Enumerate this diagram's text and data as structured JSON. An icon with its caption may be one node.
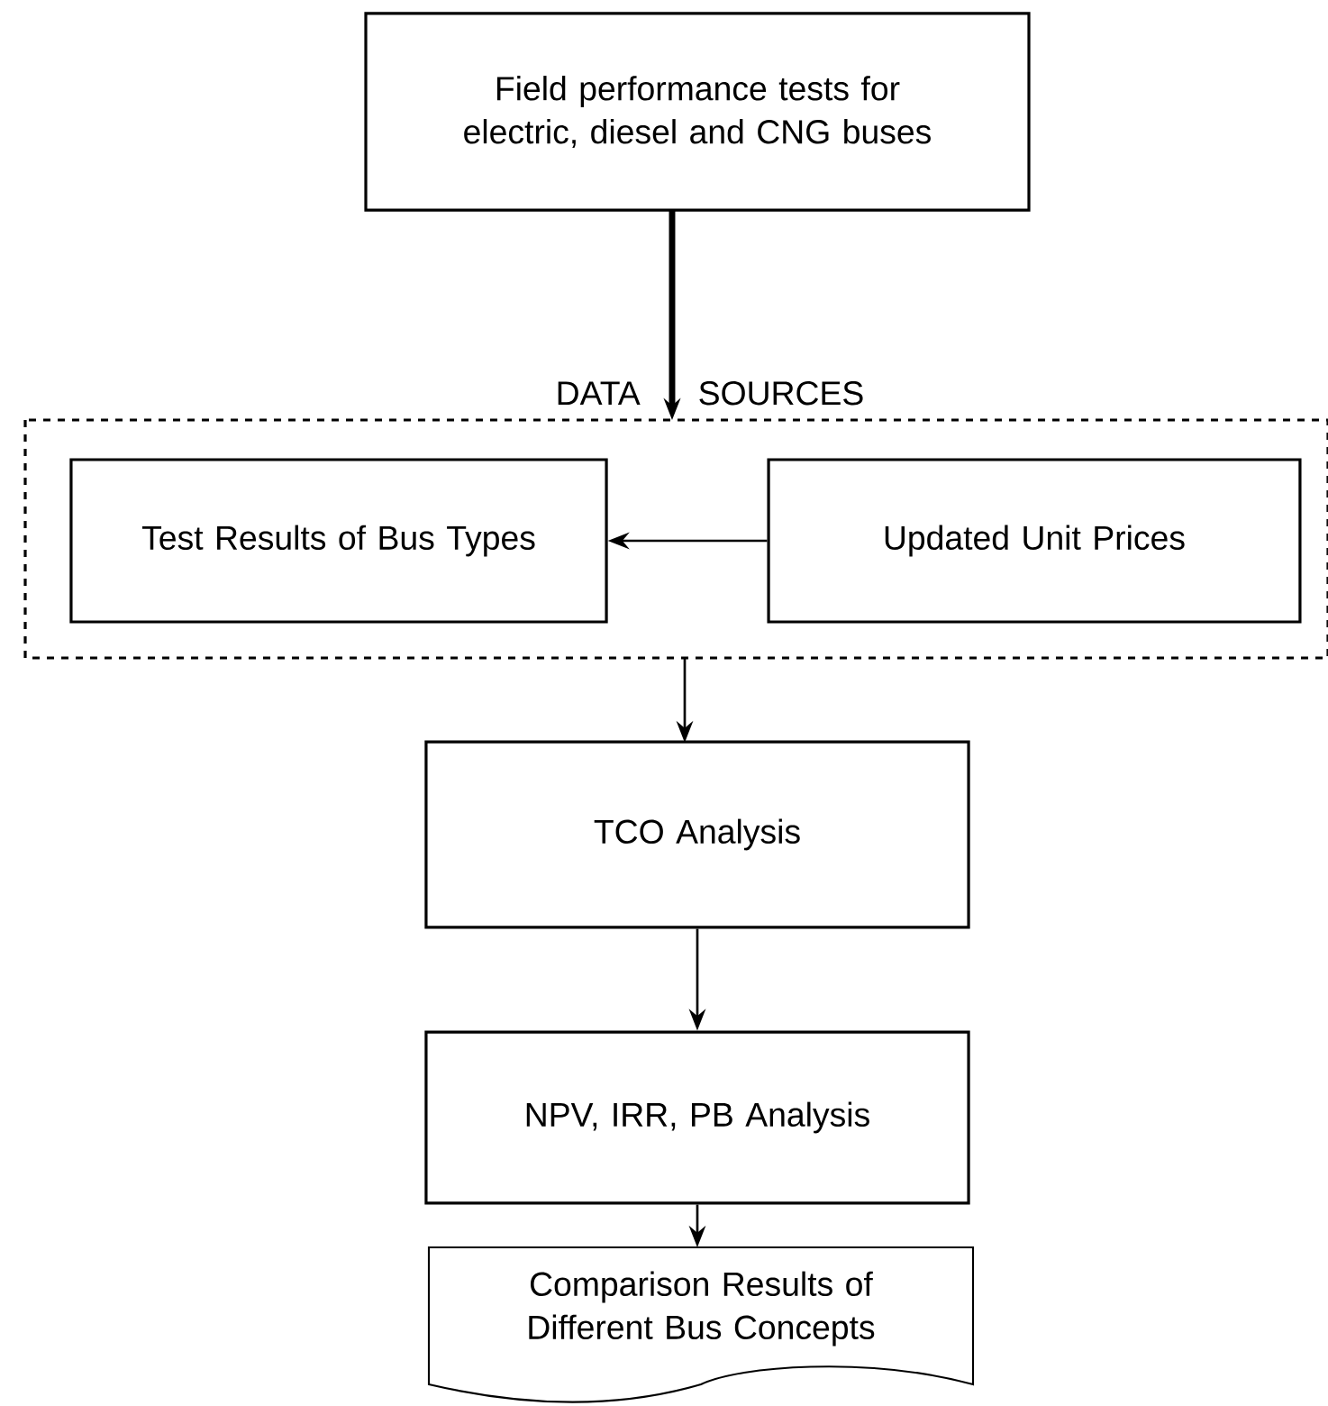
{
  "diagram": {
    "nodes": [
      {
        "text": [
          "Field performance tests for electric, diesel and CNG buses"
        ]
      },
      {
        "text": [
          "DATA SOURCES"
        ]
      },
      {
        "text": [
          "Test Results of Bus Types"
        ],
        "in": 1
      },
      {
        "text": [
          "Updated Unit Prices"
        ],
        "in": 1
      },
      {
        "text": [
          "TCO Analysis"
        ]
      },
      {
        "text": [
          "NPV, IRR, PB Analysis"
        ]
      },
      {
        "text": [
          "Comparison Results of Different Bus Concepts"
        ]
      }
    ],
    "edges": [
      {
        "from": 0,
        "to": 1,
        "arrow": "to",
        "style": "thick"
      },
      {
        "from": 3,
        "to": 2,
        "arrow": "to"
      },
      {
        "from": 1,
        "to": 4,
        "arrow": "to"
      },
      {
        "from": 4,
        "to": 5,
        "arrow": "to"
      },
      {
        "from": 5,
        "to": 6,
        "arrow": "to"
      }
    ]
  }
}
